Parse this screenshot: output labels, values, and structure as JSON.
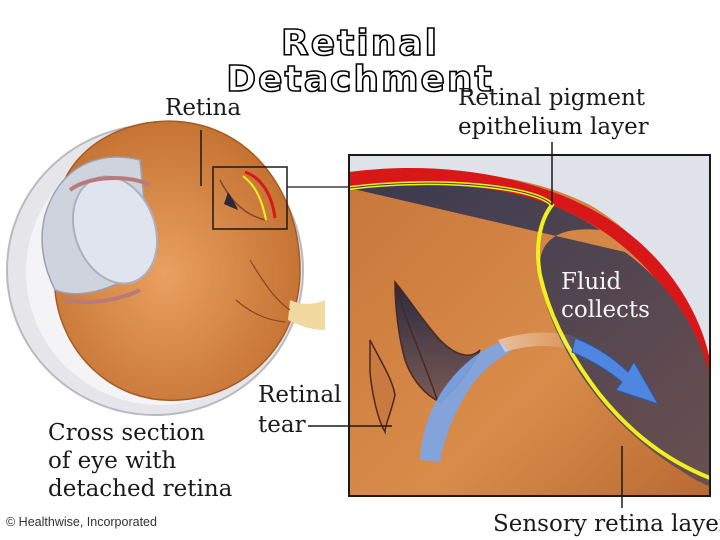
{
  "title": "Retinal Detachment",
  "labels": {
    "retina": "Retina",
    "rpe_line1": "Retinal pigment",
    "rpe_line2": "epithelium layer",
    "fluid_line1": "Fluid",
    "fluid_line2": "collects",
    "tear_line1": "Retinal",
    "tear_line2": "tear",
    "cross_line1": "Cross section",
    "cross_line2": "of eye with",
    "cross_line3": "detached retina",
    "sensory": "Sensory retina layer"
  },
  "copyright": "© Healthwise, Incorporated",
  "colors": {
    "eye_interior": "#d88a45",
    "sclera": "#e8e8ec",
    "pigment_layer": "#d81818",
    "sensory_layer": "#f0f020",
    "fluid": "#5b4a50",
    "flow_arrow": "#5a8ee0"
  }
}
